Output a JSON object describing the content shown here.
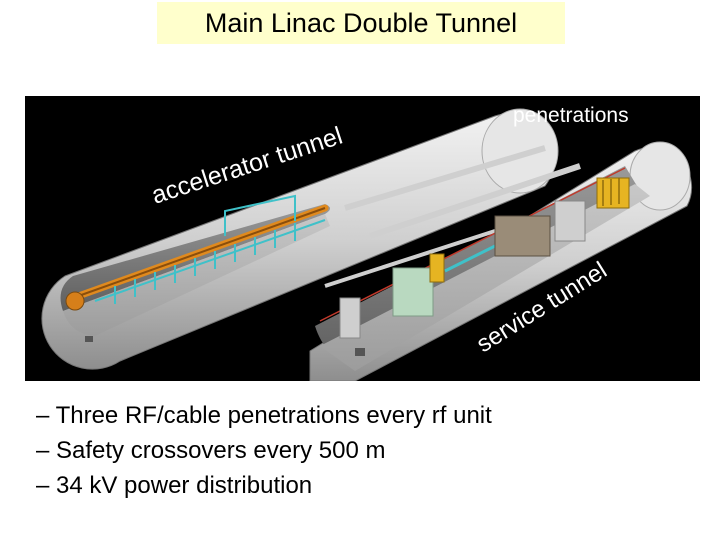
{
  "slide": {
    "title": "Main Linac Double Tunnel",
    "figure": {
      "labels": {
        "penetrations": "penetrations",
        "accelerator_tunnel": "accelerator tunnel",
        "service_tunnel": "service tunnel"
      }
    },
    "bullets": [
      "– Three RF/cable penetrations every rf unit",
      "– Safety crossovers every 500 m",
      "– 34 kV power distribution"
    ]
  },
  "colors": {
    "title_background": "#ffffcc",
    "figure_background": "#000000",
    "tunnel_shell": "#d8d8d8",
    "cryomodule_orange": "#e08a1e",
    "pipe_cyan": "#3fc1c9",
    "rack_yellow": "#e6b422",
    "modulator_green": "#b9d9c0"
  }
}
